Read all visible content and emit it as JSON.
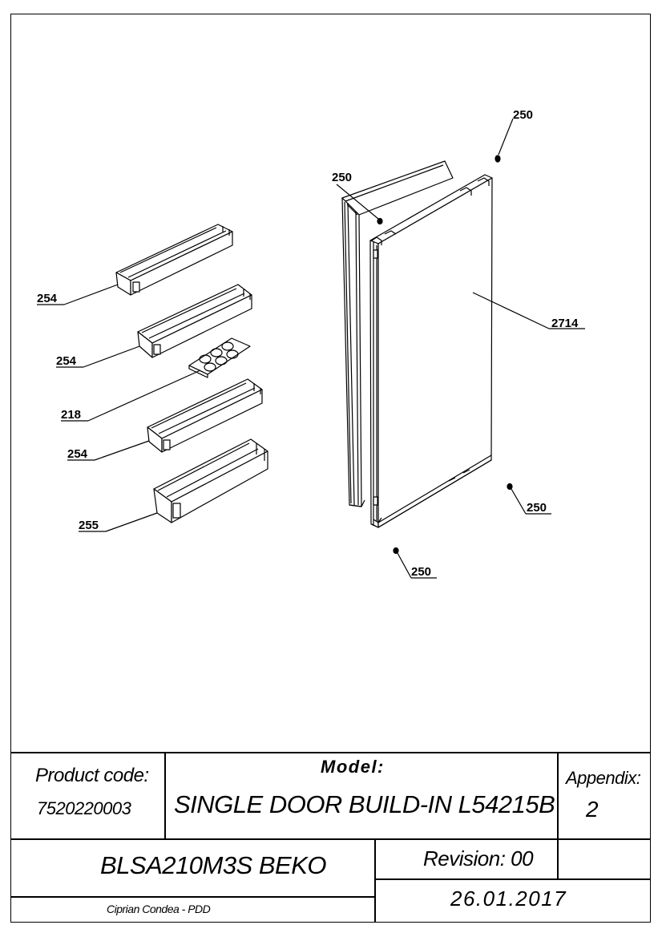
{
  "callouts": {
    "c250_top_right": "250",
    "c250_gasket": "250",
    "c2714": "2714",
    "c250_right_bottom": "250",
    "c250_bottom": "250",
    "c254_a": "254",
    "c254_b": "254",
    "c218": "218",
    "c254_c": "254",
    "c255": "255"
  },
  "title_block": {
    "product_code_label": "Product code:",
    "product_code": "7520220003",
    "model_label": "Model:",
    "model": "SINGLE DOOR BUILD-IN L54215B",
    "appendix_label": "Appendix:",
    "appendix": "2",
    "product_name": "BLSA210M3S BEKO",
    "revision": "Revision: 00",
    "author": "Ciprian Condea - PDD",
    "date": "26.01.2017"
  }
}
